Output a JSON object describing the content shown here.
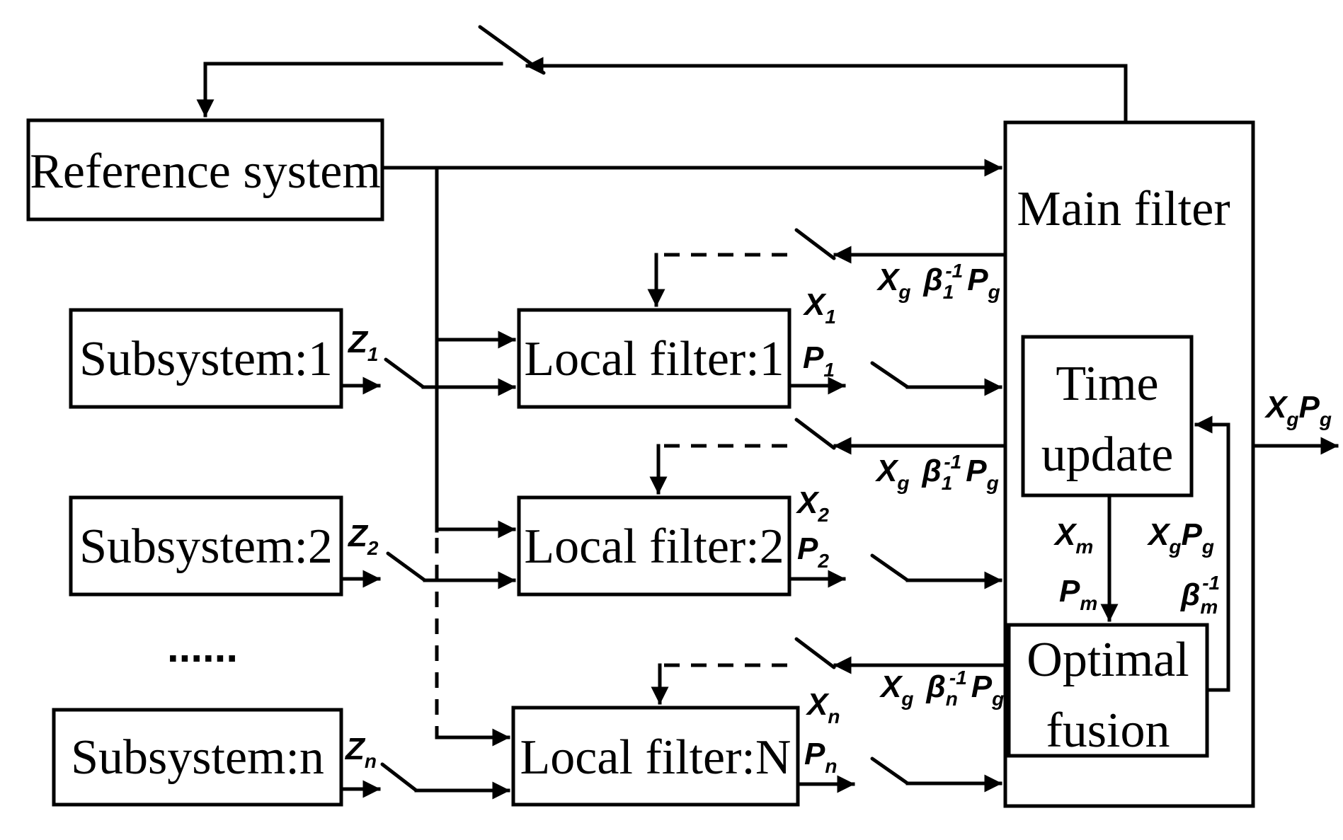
{
  "blocks": {
    "reference_system": "Reference system",
    "main_filter": "Main filter",
    "subsystem_1": "Subsystem:1",
    "subsystem_2": "Subsystem:2",
    "subsystem_n": "Subsystem:n",
    "local_filter_1": "Local filter:1",
    "local_filter_2": "Local filter:2",
    "local_filter_n": "Local filter:N",
    "time_update_line1": "Time",
    "time_update_line2": "update",
    "optimal_fusion_line1": "Optimal",
    "optimal_fusion_line2": "fusion",
    "ellipsis": "......"
  },
  "signals": {
    "z1": {
      "base": "Z",
      "sub": "1"
    },
    "z2": {
      "base": "Z",
      "sub": "2"
    },
    "zn": {
      "base": "Z",
      "sub": "n"
    },
    "x1": {
      "base": "X",
      "sub": "1"
    },
    "p1": {
      "base": "P",
      "sub": "1"
    },
    "x2": {
      "base": "X",
      "sub": "2"
    },
    "p2": {
      "base": "P",
      "sub": "2"
    },
    "xn": {
      "base": "X",
      "sub": "n"
    },
    "pn": {
      "base": "P",
      "sub": "n"
    },
    "feedback_1": {
      "x": "X",
      "x_sub": "g",
      "beta": "β",
      "beta_sub": "1",
      "beta_sup": "-1",
      "p": "P",
      "p_sub": "g"
    },
    "feedback_2": {
      "x": "X",
      "x_sub": "g",
      "beta": "β",
      "beta_sub": "1",
      "beta_sup": "-1",
      "p": "P",
      "p_sub": "g"
    },
    "feedback_n": {
      "x": "X",
      "x_sub": "g",
      "beta": "β",
      "beta_sub": "n",
      "beta_sup": "-1",
      "p": "P",
      "p_sub": "g"
    },
    "xm": {
      "base": "X",
      "sub": "m"
    },
    "pm": {
      "base": "P",
      "sub": "m"
    },
    "xg_inner": {
      "base": "X",
      "sub": "g"
    },
    "pg_inner": {
      "base": "P",
      "sub": "g"
    },
    "beta_m": {
      "base": "β",
      "sub": "m",
      "sup": "-1"
    },
    "xg_out": {
      "base": "X",
      "sub": "g"
    },
    "pg_out": {
      "base": "P",
      "sub": "g"
    }
  }
}
